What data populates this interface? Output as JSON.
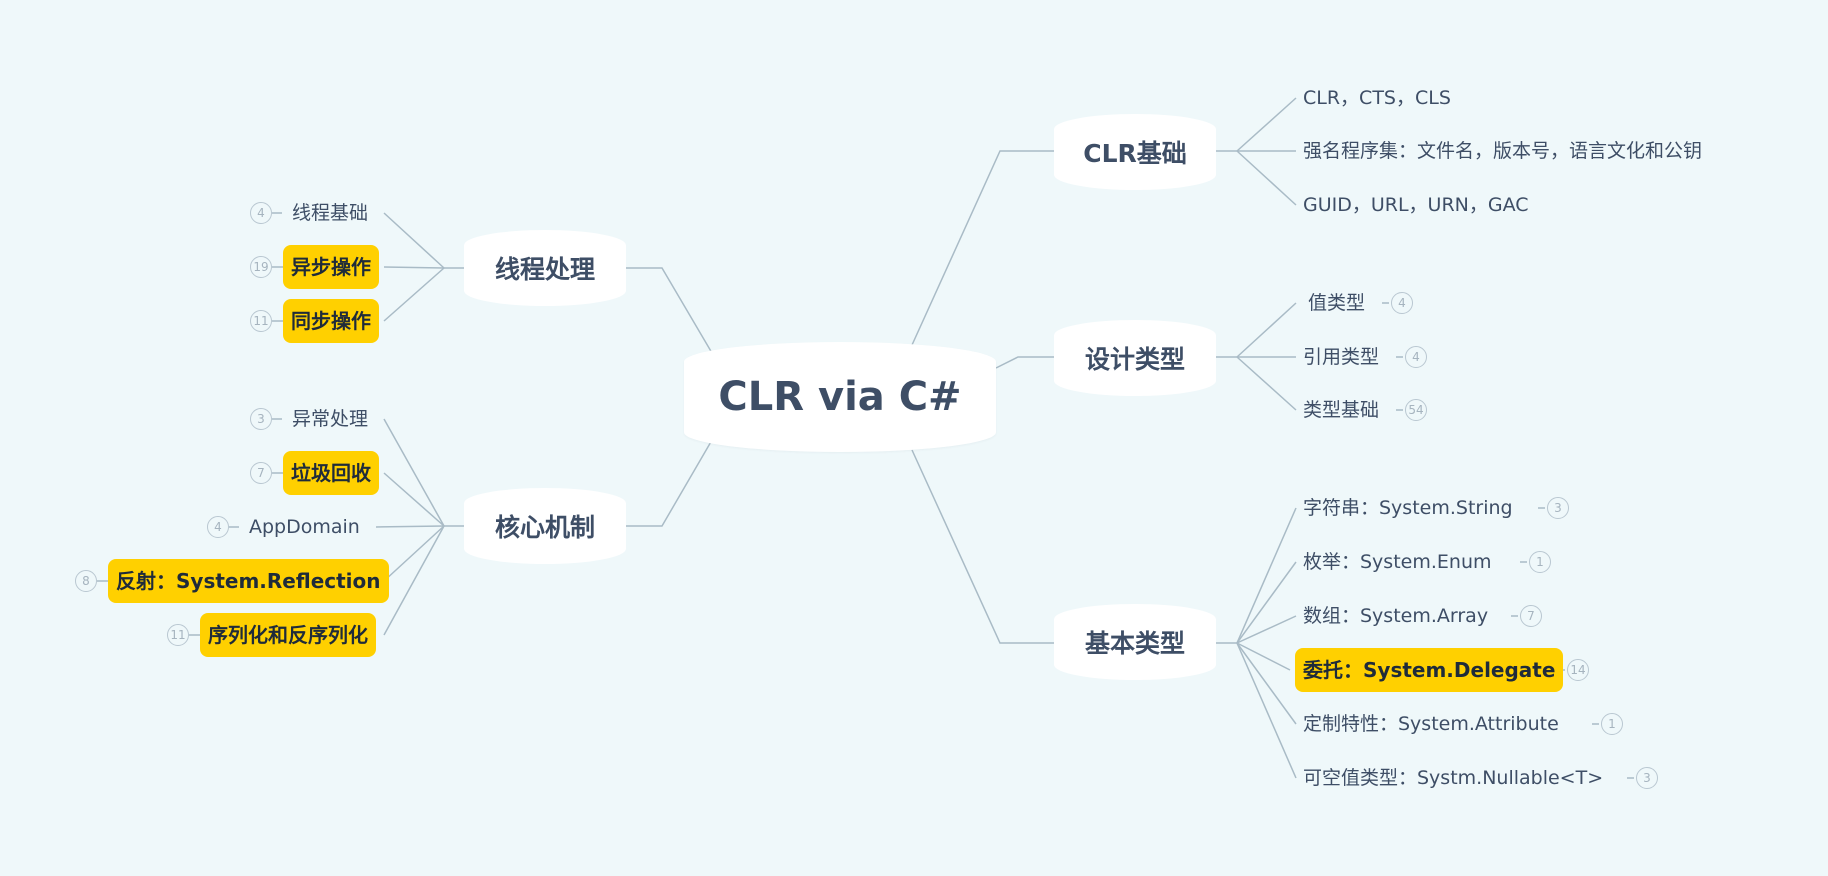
{
  "central": {
    "label": "CLR via C#"
  },
  "branches": [
    {
      "label": "CLR基础",
      "children": [
        {
          "label": "CLR，CTS，CLS"
        },
        {
          "label": "强名程序集：文件名，版本号，语言文化和公钥"
        },
        {
          "label": "GUID，URL，URN，GAC"
        }
      ]
    },
    {
      "label": "设计类型",
      "children": [
        {
          "label": "值类型",
          "badge": "4"
        },
        {
          "label": "引用类型",
          "badge": "4"
        },
        {
          "label": "类型基础",
          "badge": "54"
        }
      ]
    },
    {
      "label": "基本类型",
      "children": [
        {
          "label": "字符串：System.String",
          "badge": "3"
        },
        {
          "label": "枚举：System.Enum",
          "badge": "1"
        },
        {
          "label": "数组：System.Array",
          "badge": "7"
        },
        {
          "label": "委托：System.Delegate",
          "badge": "14",
          "highlight": true
        },
        {
          "label": "定制特性：System.Attribute",
          "badge": "1"
        },
        {
          "label": "可空值类型：Systm.Nullable<T>",
          "badge": "3"
        }
      ]
    },
    {
      "label": "线程处理",
      "children": [
        {
          "label": "线程基础",
          "badge": "4"
        },
        {
          "label": "异步操作",
          "badge": "19",
          "highlight": true
        },
        {
          "label": "同步操作",
          "badge": "11",
          "highlight": true
        }
      ]
    },
    {
      "label": "核心机制",
      "children": [
        {
          "label": "异常处理",
          "badge": "3"
        },
        {
          "label": "垃圾回收",
          "badge": "7",
          "highlight": true
        },
        {
          "label": "AppDomain",
          "badge": "4"
        },
        {
          "label": "反射：System.Reflection",
          "badge": "8",
          "highlight": true
        },
        {
          "label": "序列化和反序列化",
          "badge": "11",
          "highlight": true
        }
      ]
    }
  ],
  "colors": {
    "background": "#eff8fa",
    "line": "#a9bbc6",
    "text": "#3e4e66",
    "highlight": "#ffd000"
  }
}
